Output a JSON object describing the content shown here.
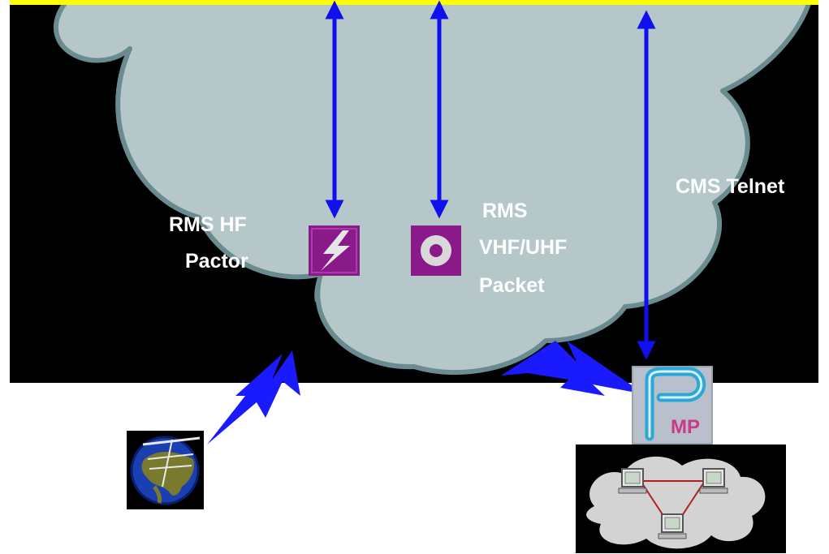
{
  "labels": {
    "rms_hf_line1": "RMS HF",
    "rms_hf_line2": "Pactor",
    "rms_vhf_line1": "RMS",
    "rms_vhf_line2": "VHF/UHF",
    "rms_vhf_line3": "Packet",
    "cms_telnet": "CMS Telnet"
  },
  "icons": {
    "hf": "lightning-bolt-icon",
    "vhf": "packet-ring-icon",
    "station": "globe-antenna-icon",
    "paclink": "paclink-p-icon",
    "network": "computer-network-icon"
  },
  "colors": {
    "background_band": "#000000",
    "top_bar": "#ffff00",
    "cloud_fill": "#b5c7c9",
    "cloud_outline": "#6a8b8f",
    "arrow": "#1010ee",
    "radio_link": "#1a1aff",
    "icon_purple": "#8a1a8a",
    "label_text": "#ffffff"
  }
}
